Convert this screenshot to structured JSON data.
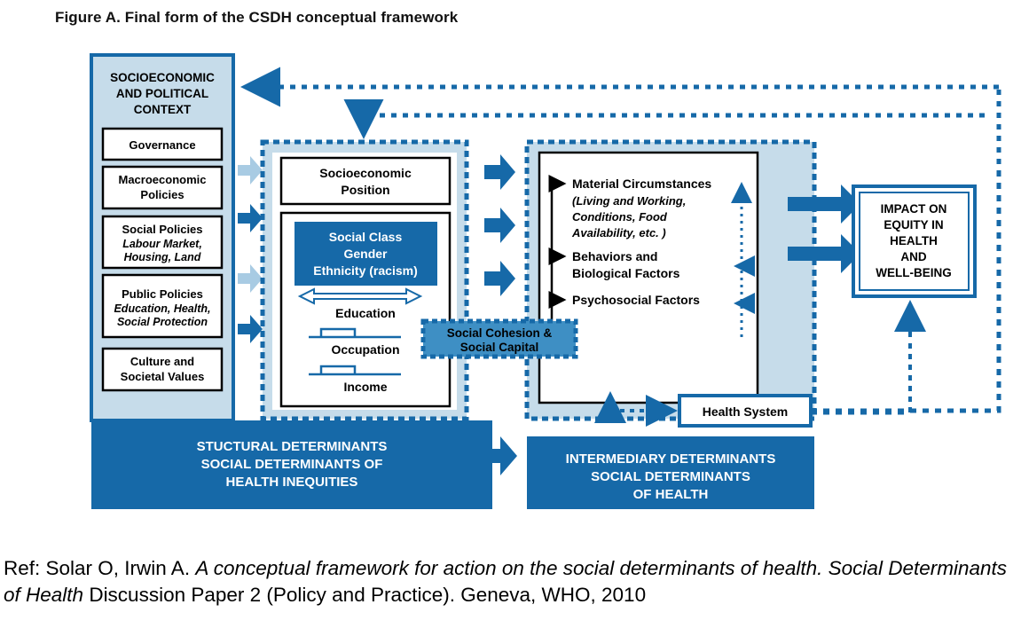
{
  "figure": {
    "title": "Figure A. Final form of the CSDH conceptual framework"
  },
  "colors": {
    "deep_blue": "#1669a8",
    "dark_outline": "#12609b",
    "pale_blue": "#c6dcea",
    "mid_blue": "#3e8fc4",
    "light_arrow": "#a8cbe3",
    "white": "#ffffff",
    "black": "#000000"
  },
  "structural": {
    "header": {
      "line1": "SOCIOECONOMIC",
      "line2": "AND POLITICAL",
      "line3": "CONTEXT"
    },
    "items": [
      {
        "title": "Governance",
        "sub": ""
      },
      {
        "title": "Macroeconomic",
        "title2": "Policies",
        "sub": ""
      },
      {
        "title": "Social Policies",
        "sub1": "Labour Market,",
        "sub2": "Housing, Land"
      },
      {
        "title": "Public Policies",
        "sub1": "Education, Health,",
        "sub2": "Social Protection"
      },
      {
        "title": "Culture and",
        "title2": "Societal Values",
        "sub": ""
      }
    ],
    "banner": {
      "line1": "STUCTURAL DETERMINANTS",
      "line2": "SOCIAL DETERMINANTS OF",
      "line3": "HEALTH INEQUITIES"
    }
  },
  "position_panel": {
    "socioeconomic_position": {
      "line1": "Socioeconomic",
      "line2": "Position"
    },
    "social_class_box": {
      "line1": "Social Class",
      "line2": "Gender",
      "line3": "Ethnicity (racism)"
    },
    "ladder": [
      "Education",
      "Occupation",
      "Income"
    ]
  },
  "cohesion": {
    "line1": "Social Cohesion &",
    "line2": "Social Capital"
  },
  "intermediary": {
    "factors": [
      {
        "title": "Material Circumstances",
        "sub1": "(Living and Working,",
        "sub2": "Conditions, Food",
        "sub3": "Availability, etc. )"
      },
      {
        "title": "Behaviors and",
        "title2": "Biological Factors"
      },
      {
        "title": "Psychosocial Factors"
      }
    ],
    "health_system": "Health System",
    "banner": {
      "line1": "INTERMEDIARY DETERMINANTS",
      "line2": "SOCIAL DETERMINANTS",
      "line3": "OF HEALTH"
    }
  },
  "impact": {
    "line1": "IMPACT ON",
    "line2": "EQUITY IN",
    "line3": "HEALTH",
    "line4": "AND",
    "line5": "WELL-BEING"
  },
  "reference": {
    "part1": "Ref: Solar O, Irwin A. ",
    "italic1": "A conceptual framework for action on the social determinants of health.",
    "italic2": "Social Determinants of Health",
    "part2": " Discussion Paper 2 (Policy and Practice). Geneva, WHO, 2010"
  }
}
